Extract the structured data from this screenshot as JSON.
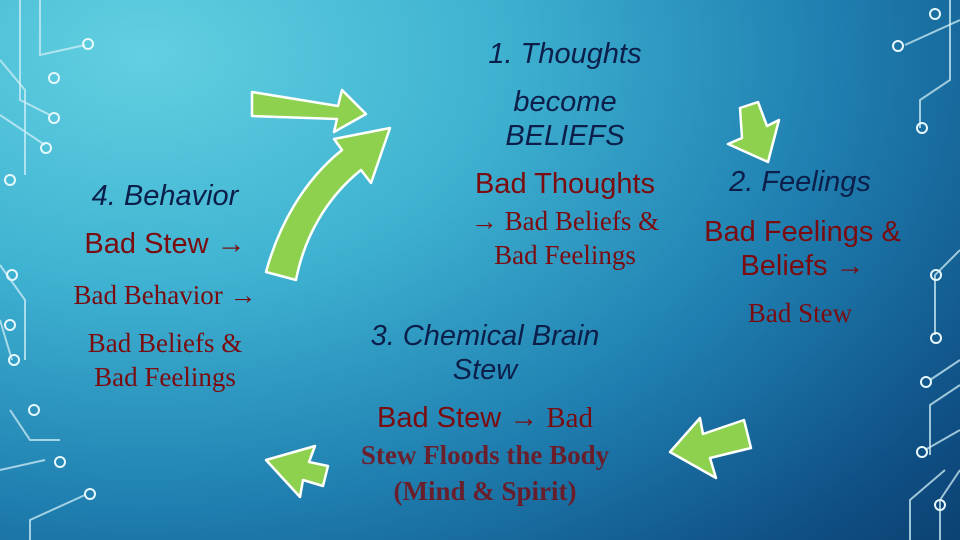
{
  "colors": {
    "heading": "#0c1f4a",
    "body_text": "#7a0c10",
    "arrow_fill": "#8ed14f",
    "arrow_stroke": "#ffffff",
    "circuit": "#cfeef6"
  },
  "icons": [
    "circuit-decoration",
    "curved-arrow-up-icon",
    "arrow-right-icon",
    "arrow-down-right-icon",
    "arrow-down-left-icon",
    "arrow-left-icon"
  ],
  "step1": {
    "title_line1": "1.  Thoughts",
    "title_line2": "become",
    "title_line3": "BELIEFS",
    "lead": "Bad Thoughts",
    "line2": "→ Bad Beliefs &",
    "line3": "Bad Feelings"
  },
  "step2": {
    "title": "2.  Feelings",
    "line1": "Bad Feelings &",
    "line2": "Beliefs →",
    "line3": "Bad Stew"
  },
  "step3": {
    "title_line1": "3.  Chemical Brain",
    "title_line2": "Stew",
    "lead": "Bad Stew →",
    "lead_tail": "Bad",
    "line2": "Stew Floods the Body",
    "line3": "(Mind & Spirit)"
  },
  "step4": {
    "title": "4.  Behavior",
    "line1": "Bad Stew →",
    "line2": "Bad Behavior →",
    "line3": "Bad Beliefs &",
    "line4": "Bad Feelings"
  }
}
